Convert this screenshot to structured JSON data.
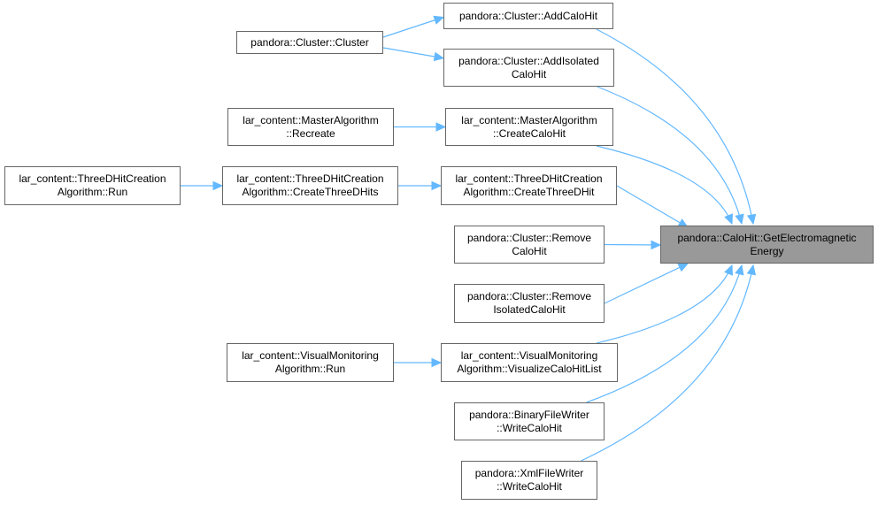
{
  "colors": {
    "edge": "#63b8ff",
    "node_border": "#666666",
    "focus_fill": "#999999"
  },
  "nodes": {
    "addcalohit": {
      "lines": [
        "pandora::Cluster::AddCaloHit"
      ]
    },
    "cluster_ctor": {
      "lines": [
        "pandora::Cluster::Cluster"
      ]
    },
    "addisolated": {
      "lines": [
        "pandora::Cluster::AddIsolated",
        "CaloHit"
      ]
    },
    "ma_recreate": {
      "lines": [
        "lar_content::MasterAlgorithm",
        "::Recreate"
      ]
    },
    "ma_create": {
      "lines": [
        "lar_content::MasterAlgorithm",
        "::CreateCaloHit"
      ]
    },
    "tdh_run": {
      "lines": [
        "lar_content::ThreeDHitCreation",
        "Algorithm::Run"
      ]
    },
    "tdh_createhits": {
      "lines": [
        "lar_content::ThreeDHitCreation",
        "Algorithm::CreateThreeDHits"
      ]
    },
    "tdh_createhit": {
      "lines": [
        "lar_content::ThreeDHitCreation",
        "Algorithm::CreateThreeDHit"
      ]
    },
    "remove": {
      "lines": [
        "pandora::Cluster::Remove",
        "CaloHit"
      ]
    },
    "focus": {
      "lines": [
        "pandora::CaloHit::GetElectromagnetic",
        "Energy"
      ]
    },
    "remove_iso": {
      "lines": [
        "pandora::Cluster::Remove",
        "IsolatedCaloHit"
      ]
    },
    "vm_run": {
      "lines": [
        "lar_content::VisualMonitoring",
        "Algorithm::Run"
      ]
    },
    "vm_visualize": {
      "lines": [
        "lar_content::VisualMonitoring",
        "Algorithm::VisualizeCaloHitList"
      ]
    },
    "binary": {
      "lines": [
        "pandora::BinaryFileWriter",
        "::WriteCaloHit"
      ]
    },
    "xml": {
      "lines": [
        "pandora::XmlFileWriter",
        "::WriteCaloHit"
      ]
    }
  },
  "edges": [
    [
      "cluster_ctor",
      "addcalohit"
    ],
    [
      "cluster_ctor",
      "addisolated"
    ],
    [
      "ma_recreate",
      "ma_create"
    ],
    [
      "tdh_run",
      "tdh_createhits"
    ],
    [
      "tdh_createhits",
      "tdh_createhit"
    ],
    [
      "vm_run",
      "vm_visualize"
    ],
    [
      "addcalohit",
      "focus"
    ],
    [
      "addisolated",
      "focus"
    ],
    [
      "ma_create",
      "focus"
    ],
    [
      "tdh_createhit",
      "focus"
    ],
    [
      "remove",
      "focus"
    ],
    [
      "remove_iso",
      "focus"
    ],
    [
      "vm_visualize",
      "focus"
    ],
    [
      "binary",
      "focus"
    ],
    [
      "xml",
      "focus"
    ]
  ]
}
